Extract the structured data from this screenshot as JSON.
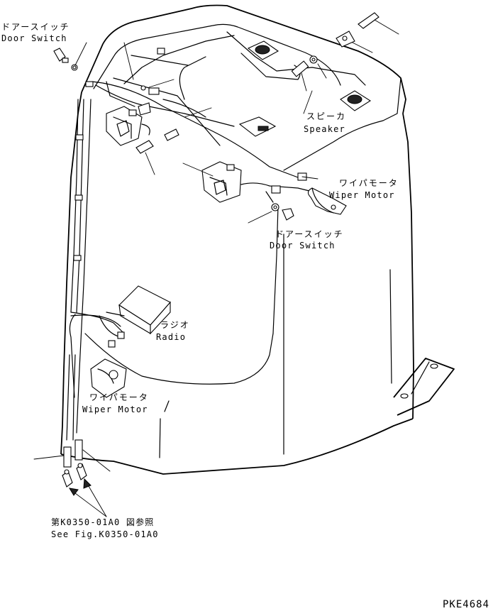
{
  "labels": {
    "door_switch_top_left": {
      "jp": "ドアースイッチ",
      "en": "Door Switch"
    },
    "speaker": {
      "jp": "スピーカ",
      "en": "Speaker"
    },
    "wiper_motor_right": {
      "jp": "ワイパモータ",
      "en": "Wiper Motor"
    },
    "door_switch_center": {
      "jp": "ドアースイッチ",
      "en": "Door Switch"
    },
    "radio": {
      "jp": "ラジオ",
      "en": "Radio"
    },
    "wiper_motor_left": {
      "jp": "ワイパモータ",
      "en": "Wiper Motor"
    },
    "reference": {
      "jp": "第K0350-01A0 図参照",
      "en": "See Fig.K0350-01A0"
    },
    "figure_code": "PKE4684"
  }
}
